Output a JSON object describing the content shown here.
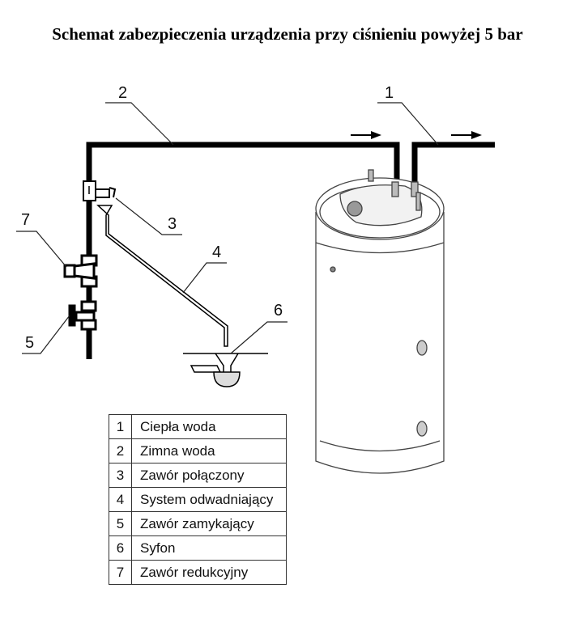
{
  "title": "Schemat zabezpieczenia urządzenia przy ciśnieniu powyżej 5 bar",
  "callouts": [
    "1",
    "2",
    "3",
    "4",
    "5",
    "6",
    "7"
  ],
  "legend": [
    {
      "num": "1",
      "label": "Ciepła woda"
    },
    {
      "num": "2",
      "label": "Zimna woda"
    },
    {
      "num": "3",
      "label": "Zawór połączony"
    },
    {
      "num": "4",
      "label": "System odwadniający"
    },
    {
      "num": "5",
      "label": "Zawór zamykający"
    },
    {
      "num": "6",
      "label": "Syfon"
    },
    {
      "num": "7",
      "label": "Zawór redukcyjny"
    }
  ]
}
